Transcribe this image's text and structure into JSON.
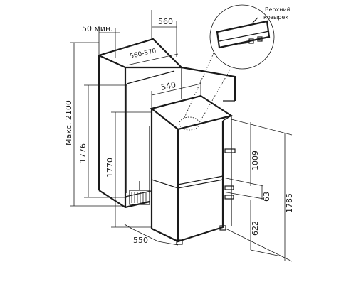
{
  "diagram": {
    "dimensions": {
      "width_top": "560",
      "clearance": "50 мин.",
      "niche_width": "560-570",
      "appliance_width": "540",
      "max_height": "Макс. 2100",
      "niche_height": "1776",
      "appliance_height": "1770",
      "depth": "550",
      "upper_section": "1009",
      "gap": "63",
      "lower_section": "622",
      "total_height": "1785"
    },
    "callout": {
      "line1": "Верхний",
      "line2": "козырек"
    }
  }
}
